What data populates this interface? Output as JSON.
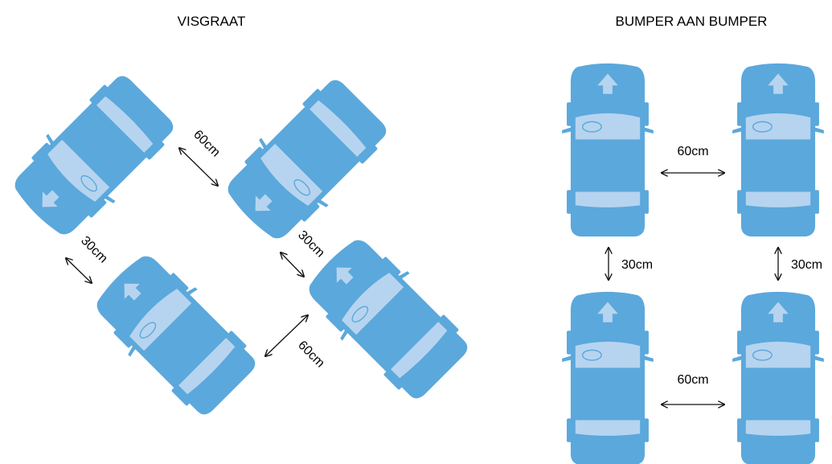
{
  "titles": {
    "left": "VISGRAAT",
    "right": "BUMPER AAN BUMPER"
  },
  "measurements": {
    "visgraat_top_60": "60cm",
    "visgraat_left_30": "30cm",
    "visgraat_mid_30": "30cm",
    "visgraat_bottom_60": "60cm",
    "bumper_top_60": "60cm",
    "bumper_bottom_60": "60cm",
    "bumper_left_30": "30cm",
    "bumper_right_30": "30cm"
  },
  "colors": {
    "car_body": "#5ba8dc",
    "car_glass": "#b6d4ef",
    "arrow_line": "#111111"
  },
  "icons": {
    "car": "car-top-view-icon",
    "direction": "direction-arrow-icon",
    "distance": "double-headed-arrow-icon"
  }
}
